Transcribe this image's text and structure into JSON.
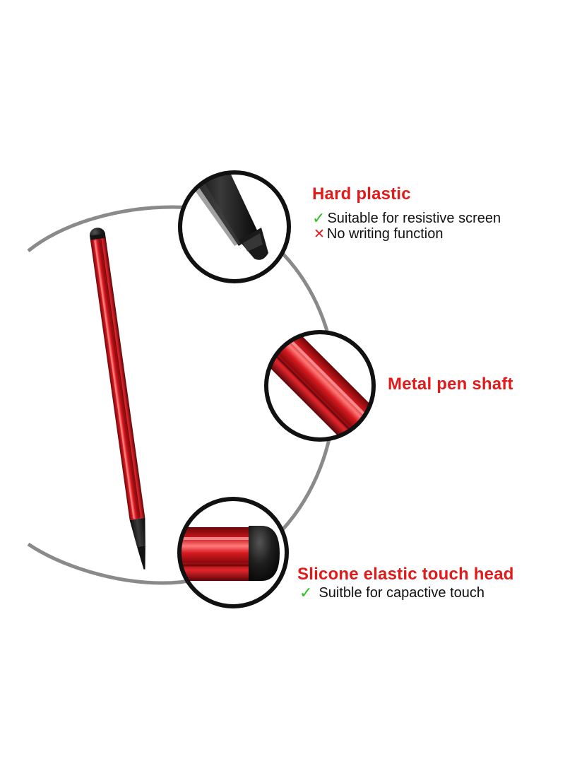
{
  "colors": {
    "title_red": "#e01b1b",
    "check_green": "#2ec21f",
    "pen_red": "#b30f14",
    "tip_black": "#1a1a1a",
    "arc_gray": "#8a8a8a"
  },
  "callouts": [
    {
      "title": "Hard plastic",
      "features": [
        {
          "icon": "check-icon",
          "text": "Suitable for resistive screen"
        },
        {
          "icon": "cross-icon",
          "text": "No writing function"
        }
      ]
    },
    {
      "title": "Metal pen shaft",
      "features": []
    },
    {
      "title": "Slicone elastic touch head",
      "features": [
        {
          "icon": "check-icon",
          "text": "Suitble for capactive touch"
        }
      ]
    }
  ],
  "glyphs": {
    "check": "✓",
    "cross": "✕"
  }
}
